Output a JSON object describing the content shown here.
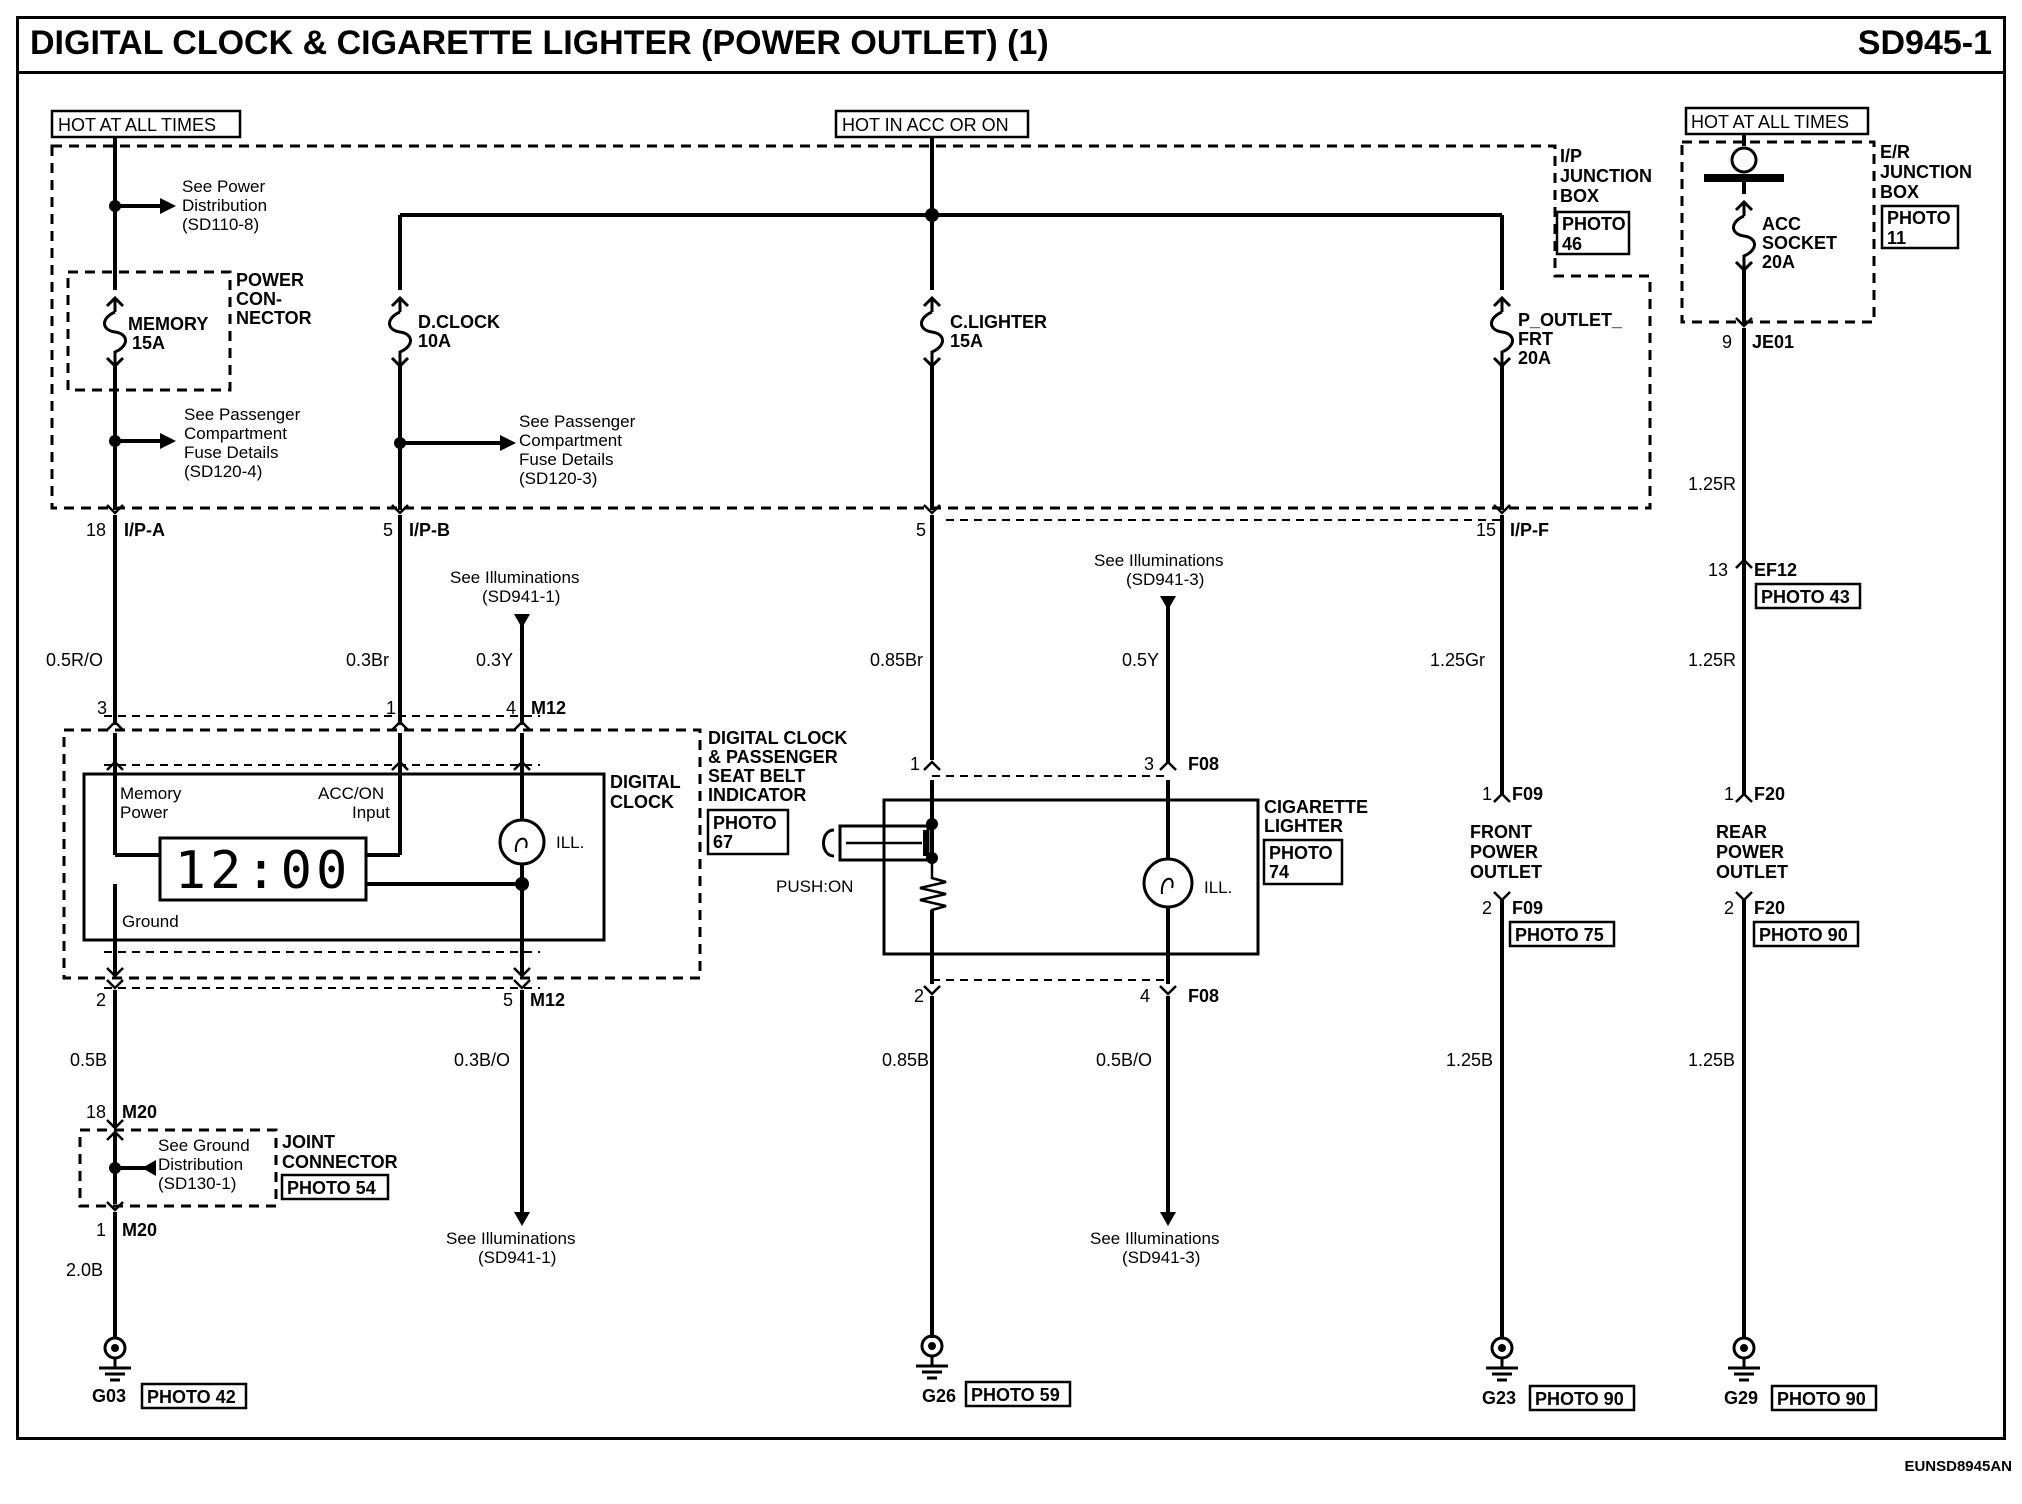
{
  "header": {
    "title": "DIGITAL CLOCK & CIGARETTE LIGHTER (POWER OUTLET) (1)",
    "code": "SD945-1"
  },
  "footer": {
    "code": "EUNSD8945AN"
  },
  "power_sources": {
    "hot_all_left": "HOT AT ALL TIMES",
    "hot_acc": "HOT IN ACC OR ON",
    "hot_all_right": "HOT AT ALL TIMES"
  },
  "ip_junction_box": {
    "line1": "I/P",
    "line2": "JUNCTION",
    "line3": "BOX",
    "photo_line1": "PHOTO",
    "photo_line2": "46"
  },
  "er_junction_box": {
    "line1": "E/R",
    "line2": "JUNCTION",
    "line3": "BOX",
    "photo_line1": "PHOTO",
    "photo_line2": "11"
  },
  "power_connector": {
    "line1": "POWER",
    "line2": "CON-",
    "line3": "NECTOR"
  },
  "fuses": {
    "memory": {
      "name": "MEMORY",
      "rating": "15A"
    },
    "dclock": {
      "name": "D.CLOCK",
      "rating": "10A"
    },
    "clighter": {
      "name": "C.LIGHTER",
      "rating": "15A"
    },
    "poutlet": {
      "name1": "P_OUTLET_",
      "name2": "FRT",
      "rating": "20A"
    },
    "acc_socket": {
      "name1": "ACC",
      "name2": "SOCKET",
      "rating": "20A"
    }
  },
  "refs": {
    "power_dist": {
      "l1": "See Power",
      "l2": "Distribution",
      "l3": "(SD110-8)"
    },
    "pass_fuse_4": {
      "l1": "See Passenger",
      "l2": "Compartment",
      "l3": "Fuse Details",
      "l4": "(SD120-4)"
    },
    "pass_fuse_3": {
      "l1": "See Passenger",
      "l2": "Compartment",
      "l3": "Fuse Details",
      "l4": "(SD120-3)"
    },
    "illum_1_top": {
      "l1": "See Illuminations",
      "l2": "(SD941-1)"
    },
    "illum_3_top": {
      "l1": "See Illuminations",
      "l2": "(SD941-3)"
    },
    "illum_1_bot": {
      "l1": "See Illuminations",
      "l2": "(SD941-1)"
    },
    "illum_3_bot": {
      "l1": "See Illuminations",
      "l2": "(SD941-3)"
    },
    "ground_dist": {
      "l1": "See Ground",
      "l2": "Distribution",
      "l3": "(SD130-1)"
    }
  },
  "connectors": {
    "ipa": {
      "pin": "18",
      "name": "I/P-A"
    },
    "ipb": {
      "pin": "5",
      "name": "I/P-B"
    },
    "cl5": {
      "pin": "5"
    },
    "ipf": {
      "pin": "15",
      "name": "I/P-F"
    },
    "je01": {
      "pin": "9",
      "name": "JE01"
    },
    "ef12": {
      "pin": "13",
      "name": "EF12",
      "photo": "PHOTO 43"
    },
    "m12_top": {
      "pin3": "3",
      "pin1": "1",
      "pin4": "4",
      "name": "M12"
    },
    "m12_bot": {
      "pin2": "2",
      "pin5": "5",
      "name": "M12"
    },
    "f08_top": {
      "pin1": "1",
      "pin3": "3",
      "name": "F08"
    },
    "f08_bot": {
      "pin2": "2",
      "pin4": "4",
      "name": "F08"
    },
    "f09_top": {
      "pin": "1",
      "name": "F09"
    },
    "f09_bot": {
      "pin": "2",
      "name": "F09",
      "photo": "PHOTO 75"
    },
    "f20_top": {
      "pin": "1",
      "name": "F20"
    },
    "f20_bot": {
      "pin": "2",
      "name": "F20",
      "photo": "PHOTO 90"
    },
    "m20_top": {
      "pin": "18",
      "name": "M20"
    },
    "m20_bot": {
      "pin": "1",
      "name": "M20"
    }
  },
  "wires": {
    "w05ro": "0.5R/O",
    "w03br": "0.3Br",
    "w03y": "0.3Y",
    "w085br": "0.85Br",
    "w05y": "0.5Y",
    "w125gr": "1.25Gr",
    "w125r_top": "1.25R",
    "w125r_mid": "1.25R",
    "w05b": "0.5B",
    "w03bo": "0.3B/O",
    "w085b": "0.85B",
    "w05bo": "0.5B/O",
    "w125b_f": "1.25B",
    "w125b_r": "1.25B",
    "w20b": "2.0B"
  },
  "clock": {
    "title1": "DIGITAL CLOCK",
    "title2": "& PASSENGER",
    "title3": "SEAT BELT",
    "title4": "INDICATOR",
    "photo_line1": "PHOTO",
    "photo_line2": "67",
    "inner1": "DIGITAL",
    "inner2": "CLOCK",
    "memory1": "Memory",
    "memory2": "Power",
    "acc1": "ACC/ON",
    "acc2": "Input",
    "ground": "Ground",
    "display": "12:00",
    "ill": "ILL."
  },
  "lighter": {
    "title1": "CIGARETTE",
    "title2": "LIGHTER",
    "photo_line1": "PHOTO",
    "photo_line2": "74",
    "push": "PUSH:ON",
    "ill": "ILL."
  },
  "front_outlet": {
    "l1": "FRONT",
    "l2": "POWER",
    "l3": "OUTLET"
  },
  "rear_outlet": {
    "l1": "REAR",
    "l2": "POWER",
    "l3": "OUTLET"
  },
  "joint_connector": {
    "l1": "JOINT",
    "l2": "CONNECTOR",
    "photo": "PHOTO 54"
  },
  "grounds": {
    "g03": {
      "name": "G03",
      "photo": "PHOTO 42"
    },
    "g26": {
      "name": "G26",
      "photo": "PHOTO 59"
    },
    "g23": {
      "name": "G23",
      "photo": "PHOTO 90"
    },
    "g29": {
      "name": "G29",
      "photo": "PHOTO 90"
    }
  }
}
